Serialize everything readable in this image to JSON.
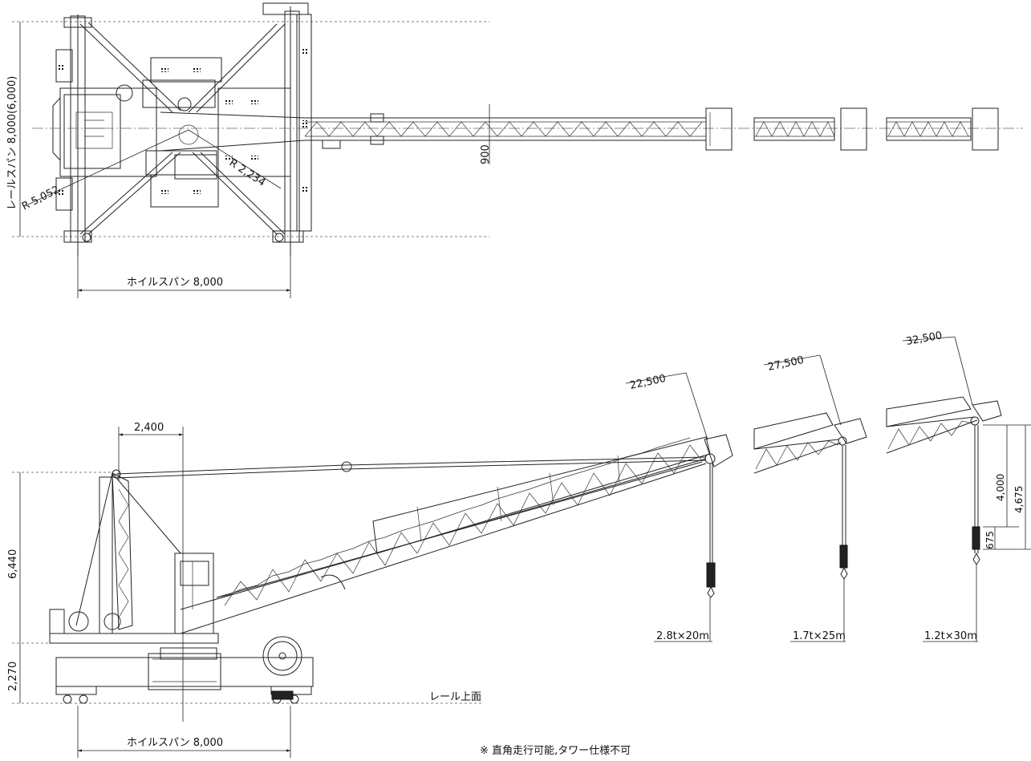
{
  "top_view": {
    "rail_span_label": "レールスパン 8,000(6,000)",
    "wheel_span_label": "ホイルスパン 8,000",
    "radius_tail_label": "R 5,052",
    "radius_turn_label": "R 2,234",
    "boom_width_label": "900"
  },
  "side_view": {
    "tower_offset_label": "2,400",
    "pivot_height_label": "6,440",
    "base_height_label": "2,270",
    "rail_surface_label": "レール上面",
    "wheel_span_label": "ホイルスパン 8,000",
    "hook_travel_label": "4,000",
    "hook_total_label": "4,675",
    "hook_block_label": "675"
  },
  "boom_configs": [
    {
      "radius_label": "22,500",
      "capacity_label": "2.8t×20m"
    },
    {
      "radius_label": "27,500",
      "capacity_label": "1.7t×25m"
    },
    {
      "radius_label": "32,500",
      "capacity_label": "1.2t×30m"
    }
  ],
  "footnote": "※ 直角走行可能,タワー仕様不可"
}
